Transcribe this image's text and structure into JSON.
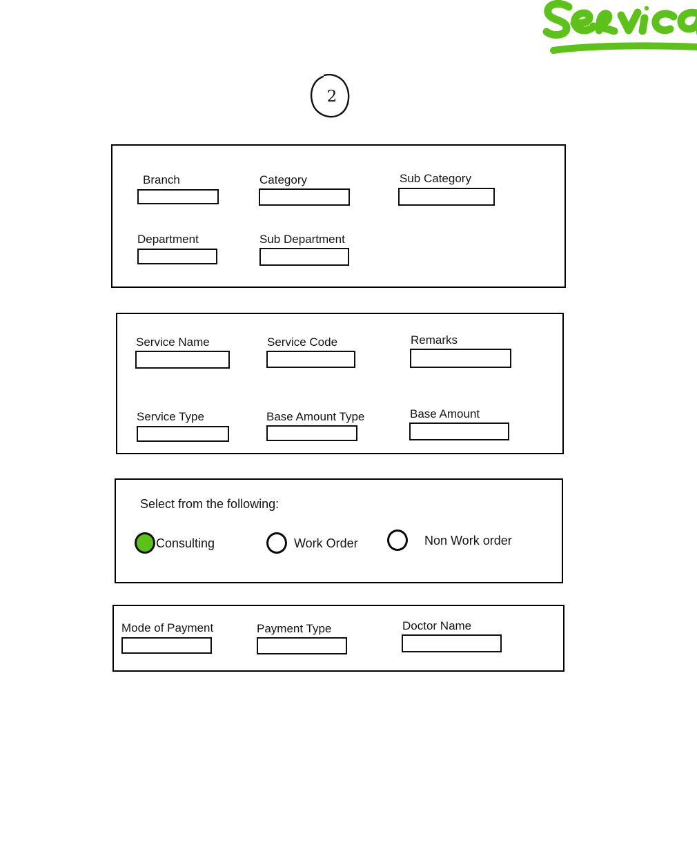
{
  "annotations": {
    "title_handwritten": "Service",
    "page_number": "2",
    "accent_color": "#5cc21a",
    "ink_color": "#111111"
  },
  "panels": {
    "classification": {
      "fields": [
        {
          "label": "Branch",
          "value": "",
          "placeholder": ""
        },
        {
          "label": "Category",
          "value": "",
          "placeholder": ""
        },
        {
          "label": "Sub Category",
          "value": "",
          "placeholder": ""
        },
        {
          "label": "Department",
          "value": "",
          "placeholder": ""
        },
        {
          "label": "Sub Department",
          "value": "",
          "placeholder": ""
        }
      ]
    },
    "service": {
      "fields": [
        {
          "label": "Service Name",
          "value": "",
          "placeholder": ""
        },
        {
          "label": "Service Code",
          "value": "",
          "placeholder": ""
        },
        {
          "label": "Remarks",
          "value": "",
          "placeholder": ""
        },
        {
          "label": "Service Type",
          "value": "",
          "placeholder": ""
        },
        {
          "label": "Base Amount Type",
          "value": "",
          "placeholder": ""
        },
        {
          "label": "Base Amount",
          "value": "",
          "placeholder": ""
        }
      ]
    },
    "selection": {
      "prompt": "Select from the following:",
      "options": [
        {
          "label": "Consulting",
          "selected": true
        },
        {
          "label": "Work Order",
          "selected": false
        },
        {
          "label": "Non Work order",
          "selected": false
        }
      ]
    },
    "payment": {
      "fields": [
        {
          "label": "Mode of Payment",
          "value": "",
          "placeholder": ""
        },
        {
          "label": "Payment Type",
          "value": "",
          "placeholder": ""
        },
        {
          "label": "Doctor Name",
          "value": "",
          "placeholder": ""
        }
      ]
    }
  }
}
